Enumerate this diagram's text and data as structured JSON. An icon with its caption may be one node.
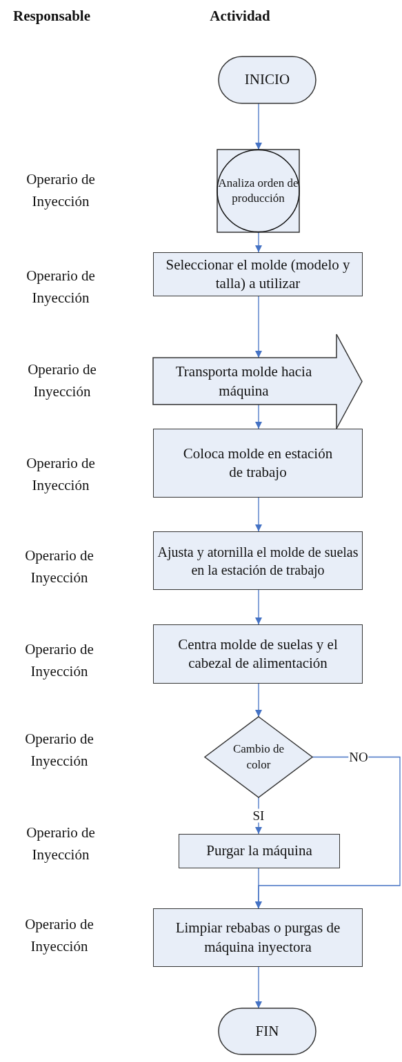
{
  "diagram": {
    "nodes": [
      {
        "text": [
          "INICIO"
        ]
      },
      {
        "text": [
          "Analiza orden de producción"
        ]
      },
      {
        "text": [
          "Seleccionar el molde (modelo y talla) a utilizar"
        ]
      },
      {
        "text": [
          "Transporta molde hacia máquina"
        ]
      },
      {
        "text": [
          "Coloca molde en estación de trabajo"
        ]
      },
      {
        "text": [
          "Ajusta y atornilla el molde de suelas en la estación de trabajo"
        ]
      },
      {
        "text": [
          "Centra molde de suelas y el cabezal de alimentación"
        ]
      },
      {
        "text": [
          "Cambio de color"
        ]
      },
      {
        "text": [
          "Purgar la máquina"
        ]
      },
      {
        "text": [
          "Limpiar rebabas o purgas de máquina inyectora"
        ]
      },
      {
        "text": [
          "FIN"
        ]
      }
    ],
    "edges": [
      {
        "from": 0,
        "to": 1,
        "arrow": "to"
      },
      {
        "from": 1,
        "to": 2,
        "arrow": "to"
      },
      {
        "from": 2,
        "to": 3,
        "arrow": "to"
      },
      {
        "from": 3,
        "to": 4,
        "arrow": "to"
      },
      {
        "from": 4,
        "to": 5,
        "arrow": "to"
      },
      {
        "from": 5,
        "to": 6,
        "arrow": "to"
      },
      {
        "from": 6,
        "to": 7,
        "arrow": "to"
      },
      {
        "from": 7,
        "to": 8,
        "label": "SI",
        "arrow": "to"
      },
      {
        "from": 7,
        "to": 9,
        "label": "NO",
        "arrow": "to"
      },
      {
        "from": 8,
        "to": 9,
        "arrow": "to"
      },
      {
        "from": 9,
        "to": 10,
        "arrow": "to"
      }
    ],
    "labels": [
      "Responsable",
      "Actividad",
      "Operario de Inyección",
      "Operario de Inyección",
      "Operario de Inyección",
      "Operario de Inyección",
      "Operario de Inyección",
      "Operario de Inyección",
      "Operario de Inyección",
      "Operario de Inyección",
      "Operario de Inyección"
    ]
  }
}
